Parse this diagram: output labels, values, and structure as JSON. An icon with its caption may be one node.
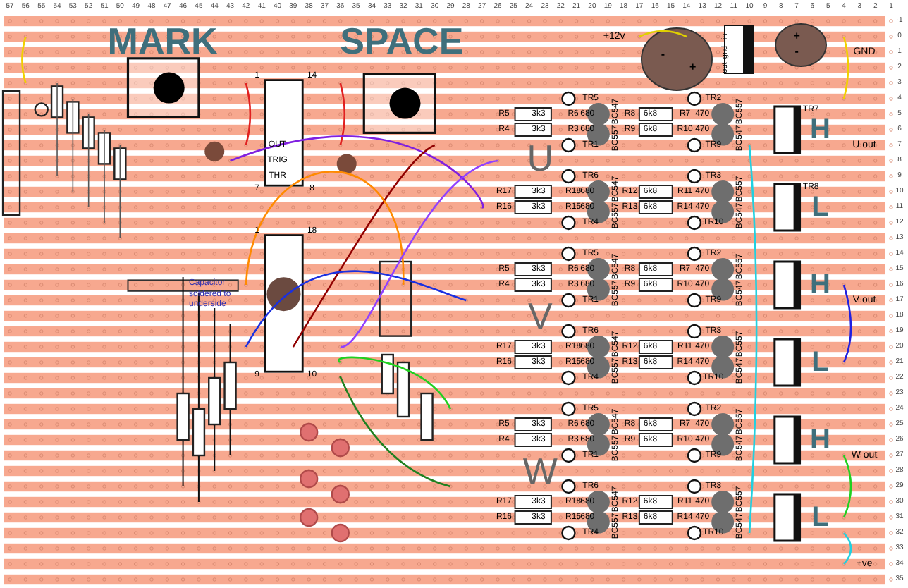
{
  "diagram": {
    "labels": [
      "57",
      "56",
      "55",
      "54",
      "53",
      "52",
      "51",
      "50",
      "49",
      "48",
      "47",
      "46",
      "45",
      "44",
      "43",
      "42",
      "41",
      "40",
      "39",
      "38",
      "37",
      "36",
      "35",
      "34",
      "33",
      "32",
      "31",
      "30",
      "29",
      "28",
      "27",
      "26",
      "25",
      "24",
      "23",
      "22",
      "21",
      "20",
      "19",
      "18",
      "17",
      "16",
      "15",
      "14",
      "13",
      "12",
      "11",
      "10",
      "9",
      "8",
      "7",
      "6",
      "5",
      "4",
      "3",
      "2",
      "1",
      "-1",
      "0",
      "1",
      "2",
      "3",
      "4",
      "5",
      "6",
      "7",
      "8",
      "9",
      "10",
      "11",
      "12",
      "13",
      "14",
      "15",
      "16",
      "17",
      "18",
      "19",
      "20",
      "21",
      "22",
      "23",
      "24",
      "25",
      "26",
      "27",
      "28",
      "29",
      "30",
      "31",
      "32",
      "33",
      "34",
      "35",
      "MARK",
      "SPACE",
      "+12v",
      "-",
      "+",
      "in",
      "gnd",
      "out",
      "+",
      "-",
      "GND",
      "1",
      "14",
      "OUT",
      "TRIG",
      "THR",
      "7",
      "8",
      "TR7",
      "U out",
      "TR8",
      "R5",
      "3k3",
      "R4",
      "3k3",
      "TR5",
      "R6",
      "680",
      "R3",
      "680",
      "TR1",
      "BC547",
      "BC557",
      "R8",
      "6k8",
      "R9",
      "6k8",
      "TR2",
      "R7",
      "470",
      "R10",
      "470",
      "TR9",
      "BC557",
      "BC547",
      "R17",
      "3k3",
      "R16",
      "3k3",
      "TR6",
      "R18",
      "680",
      "R15",
      "680",
      "TR4",
      "BC547",
      "BC557",
      "R12",
      "6k8",
      "R13",
      "6k8",
      "TR3",
      "R11",
      "470",
      "R14",
      "470",
      "TR10",
      "BC557",
      "BC547",
      "R5",
      "3k3",
      "R4",
      "3k3",
      "TR5",
      "R6",
      "680",
      "R3",
      "680",
      "TR1",
      "BC547",
      "BC557",
      "R8",
      "6k8",
      "R9",
      "6k8",
      "TR2",
      "R7",
      "470",
      "R10",
      "470",
      "TR9",
      "BC557",
      "BC547",
      "R17",
      "3k3",
      "R16",
      "3k3",
      "TR6",
      "R18",
      "680",
      "R15",
      "680",
      "TR4",
      "BC547",
      "BC557",
      "R12",
      "6k8",
      "R13",
      "6k8",
      "TR3",
      "R11",
      "470",
      "R14",
      "470",
      "TR10",
      "BC557",
      "BC547",
      "R5",
      "3k3",
      "R4",
      "3k3",
      "TR5",
      "R6",
      "680",
      "R3",
      "680",
      "TR1",
      "BC547",
      "BC557",
      "R8",
      "6k8",
      "R9",
      "6k8",
      "TR2",
      "R7",
      "470",
      "R10",
      "470",
      "TR9",
      "BC557",
      "BC547",
      "R17",
      "3k3",
      "R16",
      "3k3",
      "TR6",
      "R18",
      "680",
      "R15",
      "680",
      "TR4",
      "BC547",
      "BC557",
      "R12",
      "6k8",
      "R13",
      "6k8",
      "TR3",
      "R11",
      "470",
      "R14",
      "470",
      "TR10",
      "BC557",
      "BC547",
      "U",
      "V",
      "W",
      "H",
      "L",
      "H",
      "L",
      "H",
      "L",
      "V out",
      "W out",
      "1",
      "18",
      "9",
      "10",
      "Capacitor soldered to underside",
      "+ve"
    ]
  }
}
